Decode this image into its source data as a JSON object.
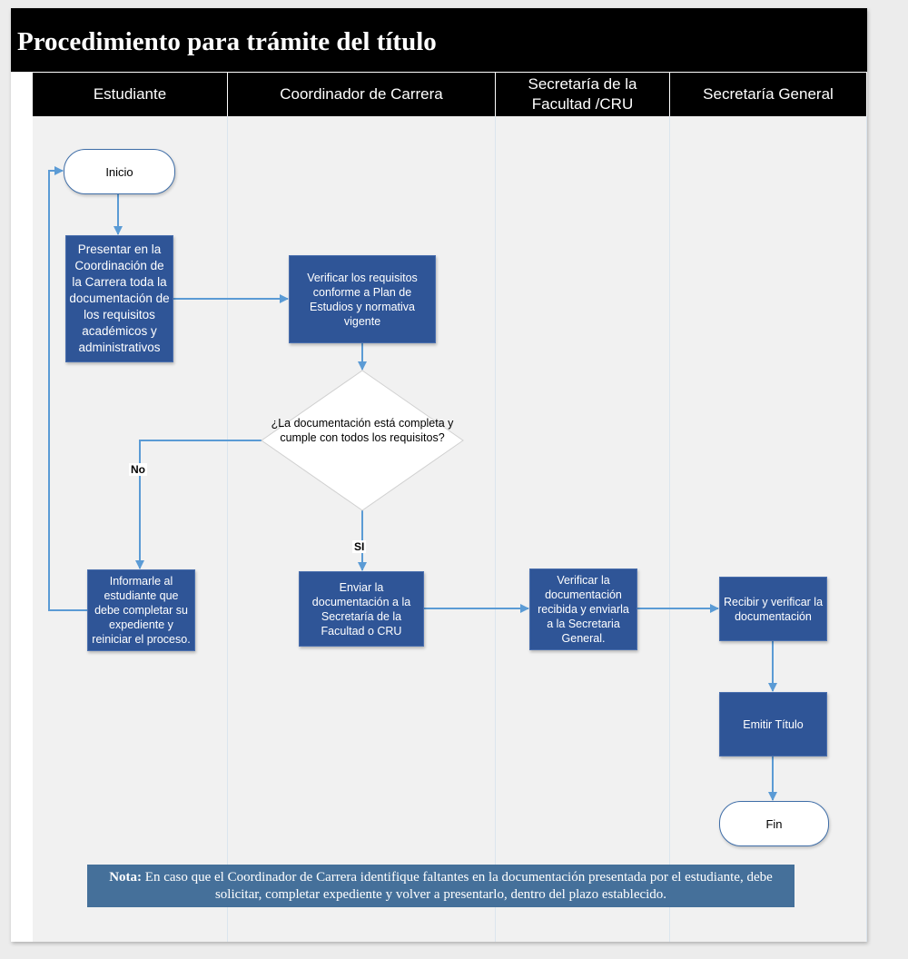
{
  "title": "Procedimiento para trámite del título",
  "lanes": [
    "Estudiante",
    "Coordinador de Carrera",
    "Secretaría de la Facultad /CRU",
    "Secretaría General"
  ],
  "nodes": {
    "inicio": "Inicio",
    "presentar": "Presentar en la Coordinación de la Carrera toda la documentación de los requisitos académicos y administrativos",
    "verificar_requisitos": "Verificar los requisitos conforme a  Plan de Estudios y normativa vigente",
    "decision": "¿La documentación está completa y cumple con todos los requisitos?",
    "informar": "Informarle al estudiante que debe completar su expediente y reiniciar el proceso.",
    "enviar": "Enviar la documentación a la Secretaría de la Facultad o CRU",
    "verificar_documentacion": "Verificar la documentación recibida y enviarla a la Secretaria General.",
    "recibir": "Recibir y verificar la documentación",
    "emitir": "Emitir Título",
    "fin": "Fin"
  },
  "labels": {
    "no": "No",
    "si": "SI"
  },
  "note": {
    "bold": "Nota:",
    "text": " En caso que el Coordinador de Carrera identifique faltantes en la documentación presentada por el estudiante, debe solicitar, completar expediente y volver a presentarlo, dentro del plazo establecido."
  },
  "colors": {
    "process": "#2f5597",
    "arrow": "#5b9bd5",
    "note": "#45709a"
  }
}
